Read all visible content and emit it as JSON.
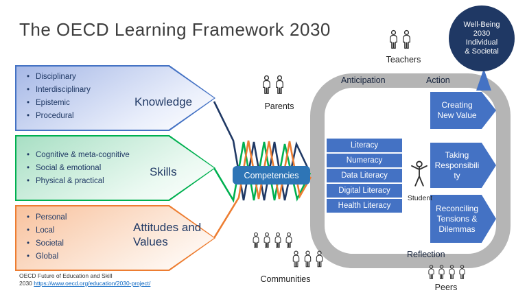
{
  "title": "The OECD Learning Framework 2030",
  "pillars": {
    "knowledge": {
      "label": "Knowledge",
      "items": [
        "Disciplinary",
        "Interdisciplinary",
        "Epistemic",
        "Procedural"
      ]
    },
    "skills": {
      "label": "Skills",
      "items": [
        "Cognitive & meta-cognitive",
        "Social & emotional",
        "Physical & practical"
      ]
    },
    "attitudes": {
      "label": "Attitudes and Values",
      "items": [
        "Personal",
        "Local",
        "Societal",
        "Global"
      ]
    }
  },
  "competencies": "Competencies",
  "literacies": [
    "Literacy",
    "Numeracy",
    "Data Literacy",
    "Digital Literacy",
    "Health Literacy"
  ],
  "outcomes": [
    "Creating New Value",
    "Taking Responsibility",
    "Reconciling Tensions & Dilemmas"
  ],
  "cycle": {
    "anticipation": "Anticipation",
    "action": "Action",
    "reflection": "Reflection"
  },
  "wellbeing": {
    "lines": [
      "Well-Being",
      "2030",
      "Individual",
      "& Societal"
    ]
  },
  "people": {
    "parents": "Parents",
    "teachers": "Teachers",
    "communities": "Communities",
    "peers": "Peers",
    "student": "Student"
  },
  "footer": {
    "org": "OECD Future of Education and Skill",
    "year": "2030",
    "link": "https://www.oecd.org/education/2030-project/"
  },
  "colors": {
    "navy": "#1f3864",
    "blue": "#4472c4",
    "medblue": "#2e75b6",
    "green": "#00b050",
    "orange": "#ed7d31",
    "gray": "#b5b5b5"
  }
}
